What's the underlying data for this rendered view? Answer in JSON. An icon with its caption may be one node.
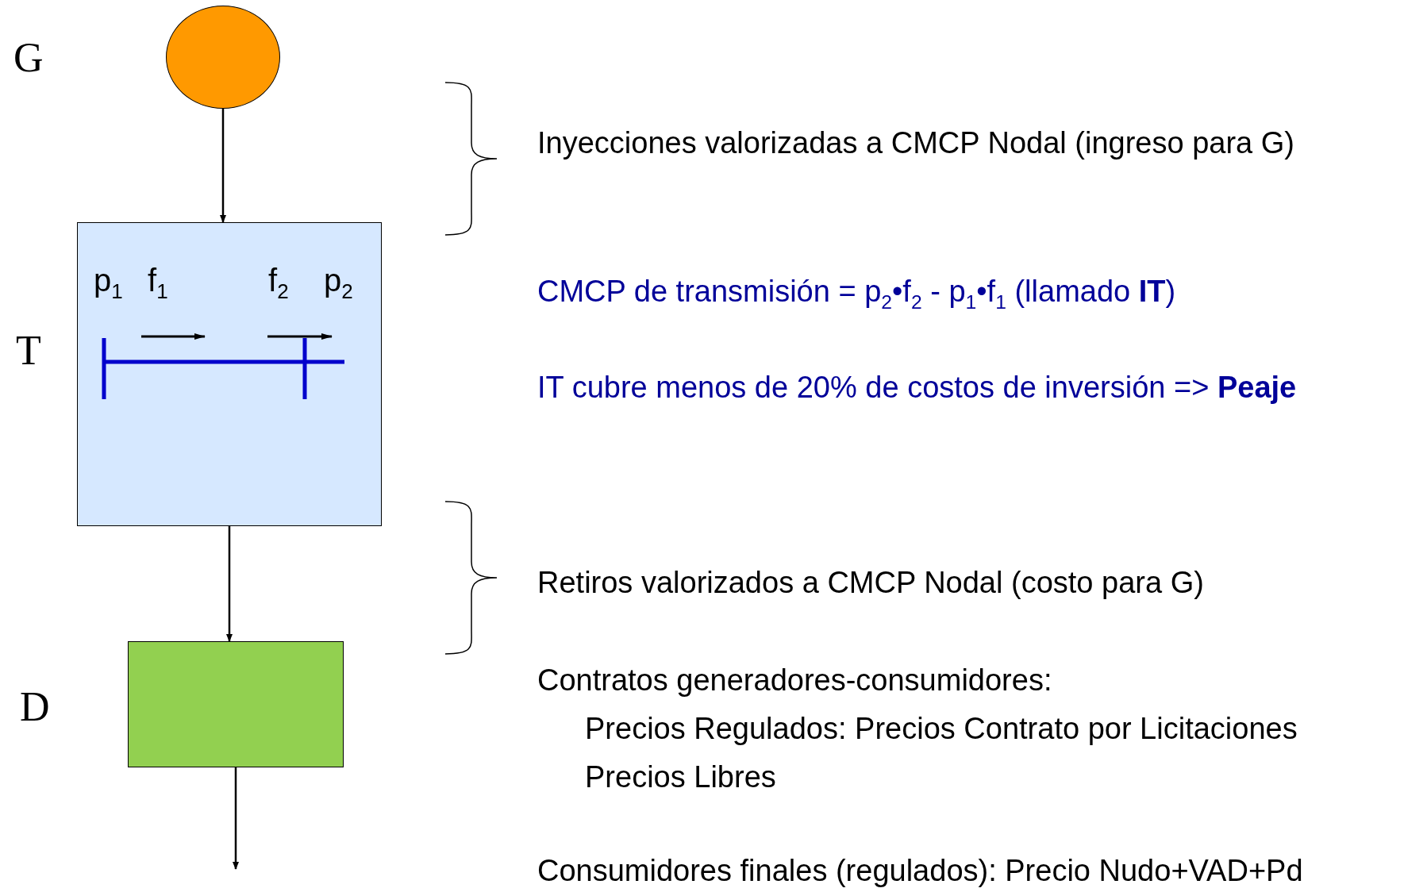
{
  "diagram": {
    "nodes": [
      {
        "text": [],
        "shape": "circle",
        "beside": [
          "G"
        ]
      },
      {
        "text": [
          "p$_{1}$",
          "f$_{1}$",
          "f$_{2}$",
          "p$_{2}$"
        ],
        "beside": [
          "T"
        ]
      },
      {
        "text": [],
        "shape": "box",
        "beside": [
          "D"
        ]
      }
    ],
    "edges": [
      {
        "from": 0,
        "to": 1,
        "arrow": "to"
      },
      {
        "from": 1,
        "to": 2,
        "arrow": "to"
      },
      {
        "from": 2,
        "to": null,
        "arrow": "to"
      }
    ],
    "labels": [
      "Inyecciones valorizadas a CMCP Nodal (ingreso para G)",
      "CMCP de transmisión = p$_{2}$•f$_{2}$ - p$_{1}$•f$_{1}$  (llamado **IT**)",
      "IT cubre menos de 20% de costos de inversión => **Peaje**",
      "Retiros valorizados a CMCP Nodal (costo para G)",
      "Contratos generadores-consumidores:",
      "Precios Regulados: Precios Contrato por Licitaciones",
      "Precios Libres",
      "Consumidores finales (regulados): Precio Nudo+VAD+Pd"
    ]
  }
}
